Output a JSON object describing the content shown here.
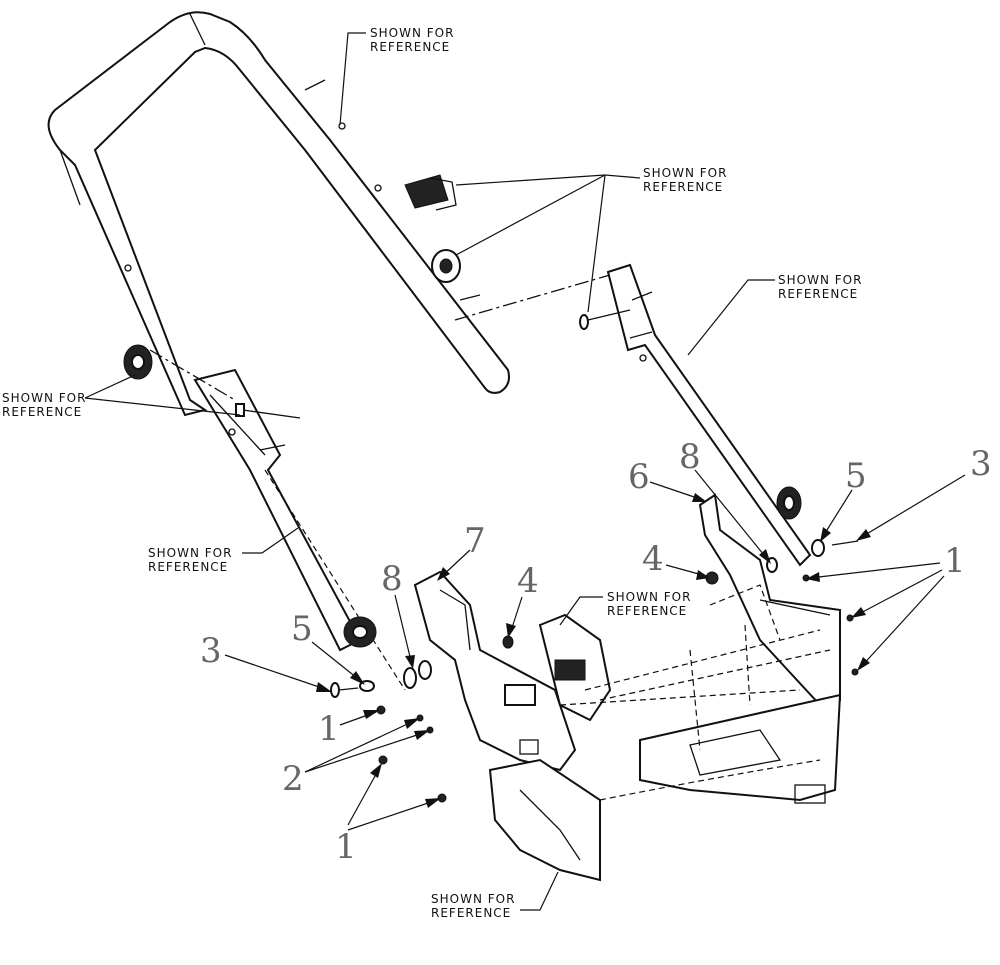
{
  "reference_note": {
    "line1": "SHOWN FOR",
    "line2": "REFERENCE"
  },
  "callouts": {
    "c1a": "1",
    "c1b": "1",
    "c1c": "1",
    "c2": "2",
    "c3a": "3",
    "c3b": "3",
    "c4a": "4",
    "c4b": "4",
    "c5a": "5",
    "c5b": "5",
    "c6": "6",
    "c7": "7",
    "c8a": "8",
    "c8b": "8"
  }
}
